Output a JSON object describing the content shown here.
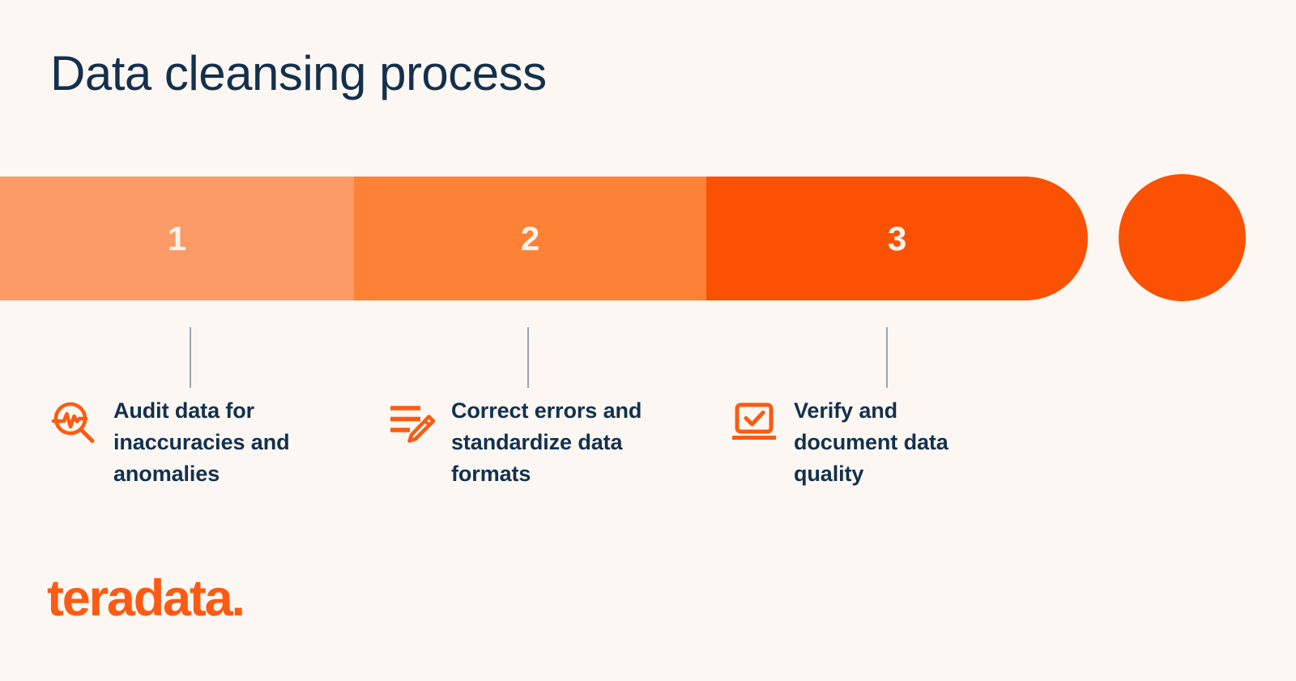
{
  "page": {
    "title": "Data cleansing process",
    "background_color": "#FDF7F3",
    "title_color": "#13304C"
  },
  "progress": {
    "segments": [
      {
        "number": "1",
        "color": "#FC9A68"
      },
      {
        "number": "2",
        "color": "#FD8235"
      },
      {
        "number": "3",
        "color": "#FB5102"
      }
    ],
    "end_marker": {
      "shape": "circle",
      "color": "#FB5102"
    },
    "number_color": "#FDF3EC"
  },
  "steps": [
    {
      "index": "1",
      "icon": "magnifier-pulse-icon",
      "caption": "Audit data for inaccuracies and anomalies"
    },
    {
      "index": "2",
      "icon": "edit-list-pencil-icon",
      "caption": "Correct errors and standardize data formats"
    },
    {
      "index": "3",
      "icon": "monitor-checkmark-icon",
      "caption": "Verify and document data quality"
    }
  ],
  "brand": {
    "logo_text": "teradata.",
    "logo_color": "#FB5B12"
  }
}
